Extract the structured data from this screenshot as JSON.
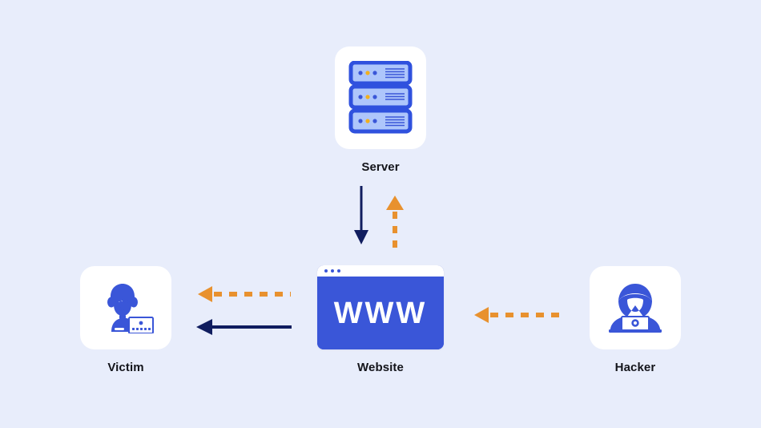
{
  "diagram": {
    "background_color": "#e8edfb",
    "title": "Man-in-the-middle / website attack flow diagram",
    "colors": {
      "brand_blue": "#3a56d8",
      "navy": "#101d5f",
      "orange": "#e8912e",
      "card_white": "#ffffff",
      "label_text": "#13141a",
      "server_light_blue": "#aec6fb",
      "server_dot_blue": "#3a56d8",
      "server_dot_yellow": "#f2b01e"
    }
  },
  "nodes": {
    "server": {
      "label": "Server",
      "icon": "server-rack-icon",
      "rack_units": 3,
      "dots_per_unit": 3
    },
    "victim": {
      "label": "Victim",
      "icon": "victim-person-laptop-icon"
    },
    "website": {
      "label": "Website",
      "icon": "browser-window-icon",
      "screen_text": "WWW",
      "browser_dots": 3
    },
    "hacker": {
      "label": "Hacker",
      "icon": "hacker-hooded-laptop-icon"
    }
  },
  "arrows": [
    {
      "name": "server-to-website",
      "from": "Server",
      "to": "Website",
      "direction": "down",
      "style": "solid",
      "color": "#101d5f"
    },
    {
      "name": "website-to-server",
      "from": "Website",
      "to": "Server",
      "direction": "up",
      "style": "dashed",
      "color": "#e8912e"
    },
    {
      "name": "website-to-victim-dashed",
      "from": "Website",
      "to": "Victim",
      "direction": "left",
      "style": "dashed",
      "color": "#e8912e"
    },
    {
      "name": "website-to-victim-solid",
      "from": "Website",
      "to": "Victim",
      "direction": "left",
      "style": "solid",
      "color": "#101d5f"
    },
    {
      "name": "hacker-to-website",
      "from": "Hacker",
      "to": "Website",
      "direction": "left",
      "style": "dashed",
      "color": "#e8912e"
    }
  ]
}
